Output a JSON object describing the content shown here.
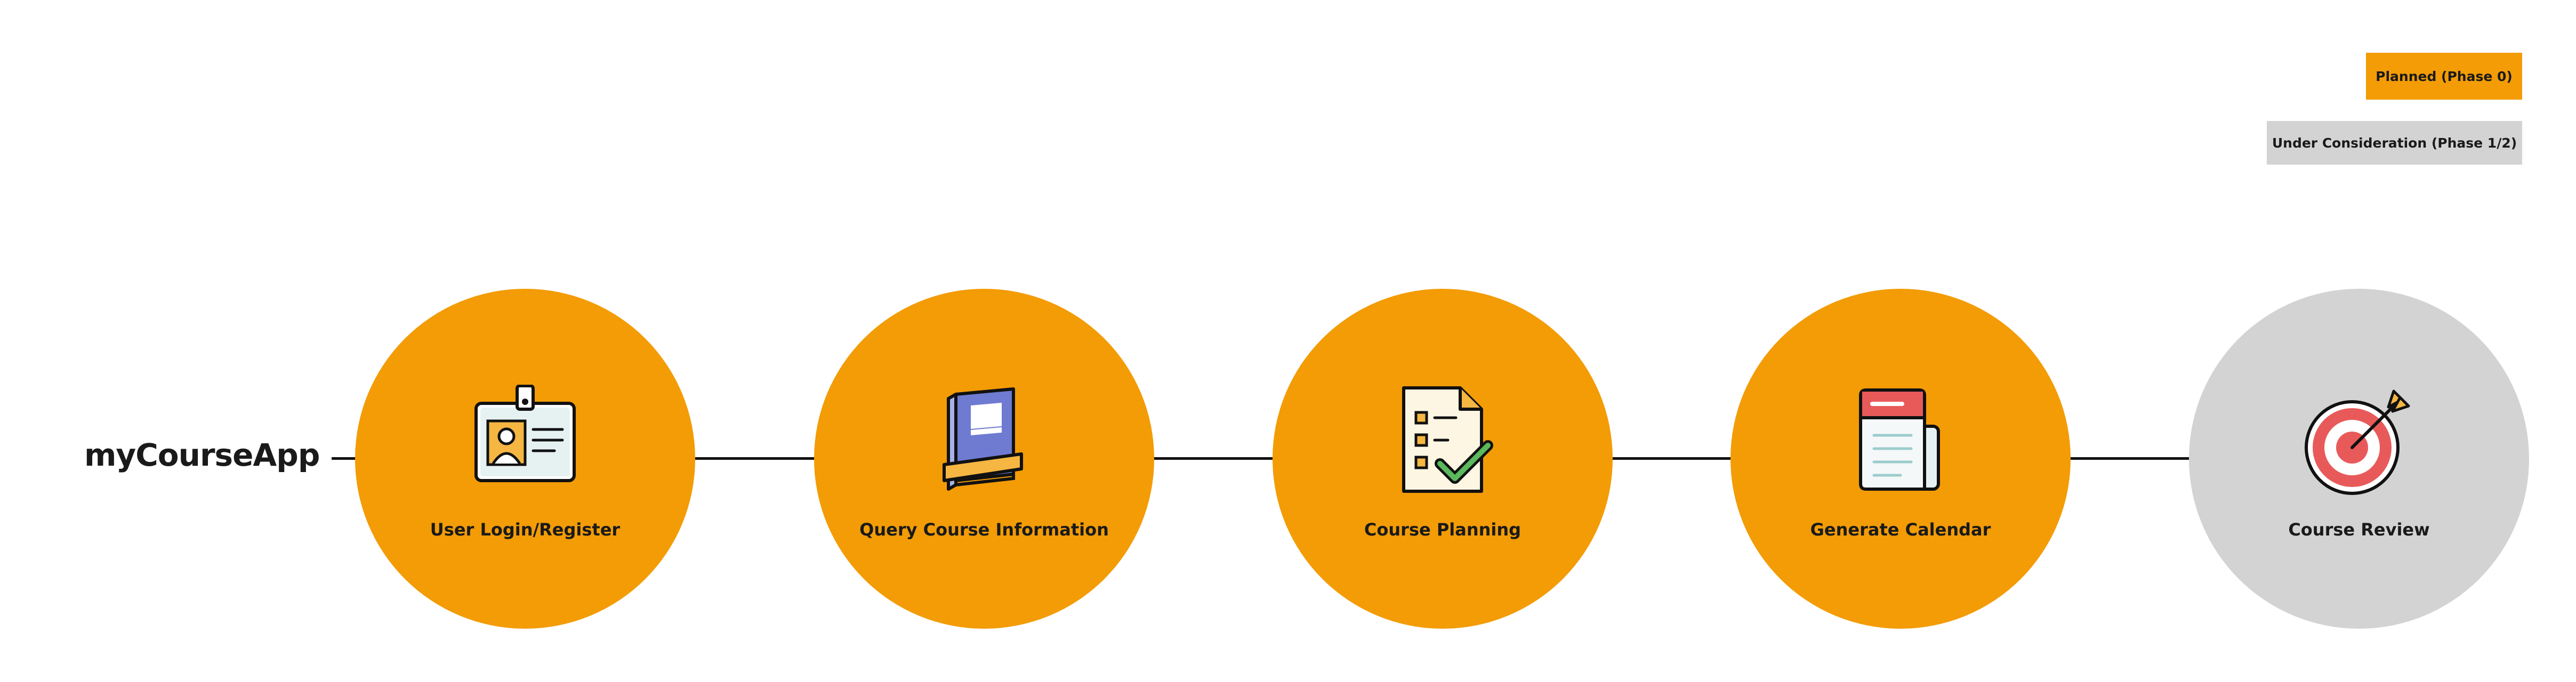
{
  "app_title": "myCourseApp",
  "legend": {
    "planned_label": "Planned (Phase 0)",
    "consideration_label": "Under Consideration (Phase 1/2)"
  },
  "colors": {
    "planned": "#f39c06",
    "under_consideration": "#d3d3d3",
    "connector": "#111111"
  },
  "steps": [
    {
      "label": "User Login/Register",
      "status": "planned",
      "icon": "id-badge-icon"
    },
    {
      "label": "Query Course Information",
      "status": "planned",
      "icon": "book-icon"
    },
    {
      "label": "Course Planning",
      "status": "planned",
      "icon": "checklist-icon"
    },
    {
      "label": "Generate Calendar",
      "status": "planned",
      "icon": "calendar-icon"
    },
    {
      "label": "Course Review",
      "status": "under_consideration",
      "icon": "target-icon"
    }
  ]
}
